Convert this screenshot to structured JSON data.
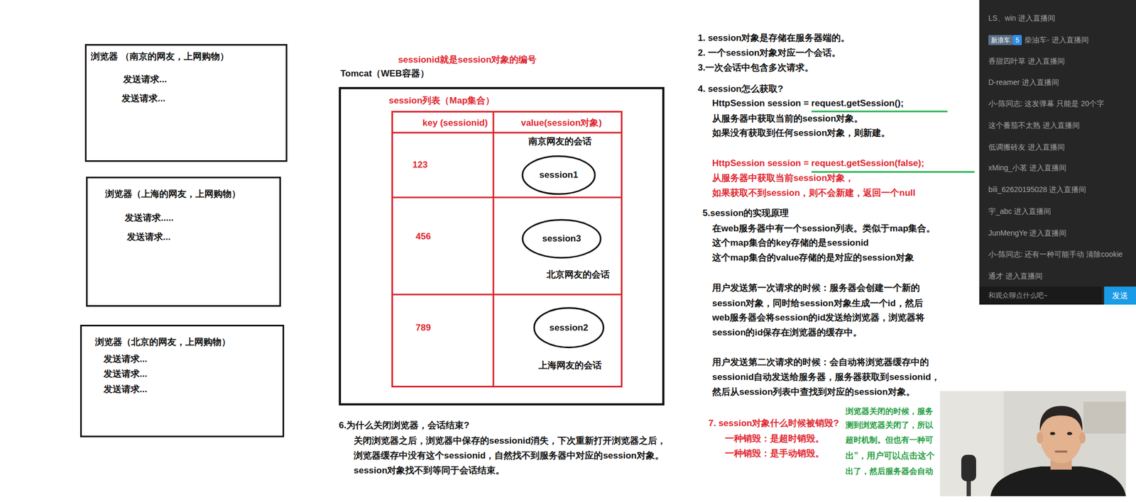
{
  "diagram": {
    "nodes": [
      {
        "text": [
          "浏览器 （南京的网友，上网购物）",
          "发送请求...",
          "发送请求..."
        ]
      },
      {
        "text": [
          "浏览器（上海的网友，上网购物）",
          "发送请求.....",
          "发送请求..."
        ]
      },
      {
        "text": [
          "浏览器（北京的网友，上网购物）",
          "发送请求...",
          "发送请求...",
          "发送请求..."
        ]
      },
      {
        "text": [
          "Tomcat（WEB容器）"
        ]
      },
      {
        "text": [
          "session列表（Map集合）"
        ],
        "in": 3
      },
      {
        "text": [
          "session1"
        ],
        "in": 4
      },
      {
        "text": [
          "session3"
        ],
        "in": 4
      },
      {
        "text": [
          "session2"
        ],
        "in": 4
      },
      {
        "text": [
          "LS、win 进入直播间",
          "柴油车- 进入直播间",
          "香甜四叶草 进入直播间",
          "D-reamer 进入直播间",
          "小-陈同志: 这发弹幕 只能是 20个字",
          "这个番茄不太熟 进入直播间",
          "低调搬砖友 进入直播间",
          "xMing_小茗 进入直播间",
          "bili_62620195028 进入直播间",
          "宇_abc 进入直播间",
          "JunMengYe 进入直播间",
          "小-陈同志: 还有一种可能手动 清除cookie",
          "通才 进入直播间"
        ]
      },
      {
        "text": [
          "新浪车"
        ],
        "in": 8
      },
      {
        "text": [
          "5"
        ],
        "in": 8
      },
      {
        "text": [
          "和观众聊点什么吧~"
        ],
        "in": 8
      },
      {
        "text": [
          "发送"
        ],
        "in": 8
      }
    ],
    "labels": [
      "sessionid就是session对象的编号",
      "key (sessionid)",
      "value(session对象)",
      "123",
      "南京网友的会话",
      "456",
      "北京网友的会话",
      "789",
      "上海网友的会话",
      "6.为什么关闭浏览器，会话结束?",
      "关闭浏览器之后，浏览器中保存的sessionid消失，下次重新打开浏览器之后，",
      "浏览器缓存中没有这个sessionid，自然找不到服务器中对应的session对象。",
      "session对象找不到等同于会话结束。",
      "1. session对象是存储在服务器端的。",
      "2. 一个session对象对应一个会话。",
      "3.一次会话中包含多次请求。",
      "4. session怎么获取?",
      "HttpSession session = request.getSession();",
      "从服务器中获取当前的session对象。",
      "如果没有获取到任何session对象，则新建。",
      "HttpSession session = request.getSession(false);",
      "从服务器中获取当前session对象，",
      "如果获取不到session，则不会新建，返回一个null",
      "5.session的实现原理",
      "在web服务器中有一个session列表。类似于map集合。",
      "这个map集合的key存储的是sessionid",
      "这个map集合的value存储的是对应的session对象",
      "用户发送第一次请求的时候：服务器会创建一个新的",
      "session对象，同时给session对象生成一个id，然后",
      "web服务器会将session的id发送给浏览器，浏览器将",
      "session的id保存在浏览器的缓存中。",
      "用户发送第二次请求的时候：会自动将浏览器缓存中的",
      "sessionid自动发送给服务器，服务器获取到sessionid，",
      "然后从session列表中查找到对应的session对象。",
      "7. session对象什么时候被销毁?",
      "一种销毁：是超时销毁。",
      "一种销毁：是手动销毁。",
      "浏览器关闭的时候，服务",
      "测到浏览器关闭了，所以",
      "超时机制。但也有一种可",
      "出”，用户可以点击这个",
      "出了，然后服务器会自动"
    ]
  }
}
